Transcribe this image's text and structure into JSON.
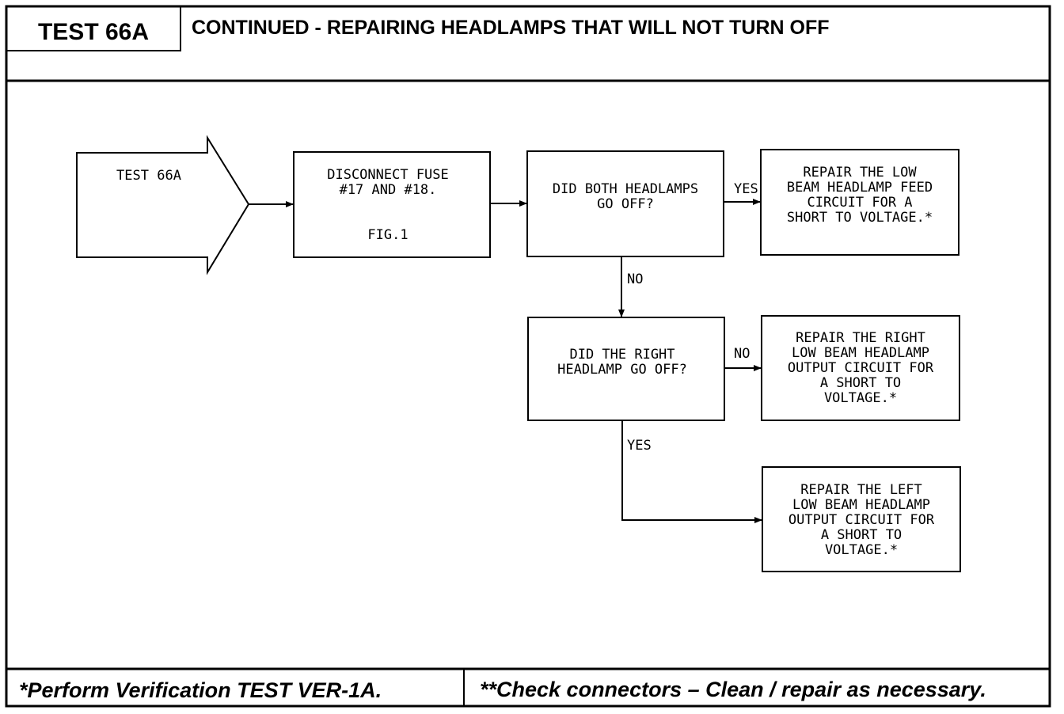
{
  "header": {
    "test_id": "TEST 66A",
    "title": "CONTINUED - REPAIRING HEADLAMPS THAT WILL NOT TURN OFF"
  },
  "flow": {
    "start": {
      "label": "TEST 66A"
    },
    "step1": {
      "lines": [
        "DISCONNECT FUSE",
        "#17 AND #18."
      ],
      "ref": "FIG.1"
    },
    "q1": {
      "lines": [
        "DID BOTH HEADLAMPS",
        "GO OFF?"
      ]
    },
    "q1_yes": "YES",
    "q1_no": "NO",
    "r1": {
      "lines": [
        "REPAIR THE LOW",
        "BEAM HEADLAMP FEED",
        "CIRCUIT FOR A",
        "SHORT TO VOLTAGE.*"
      ]
    },
    "q2": {
      "lines": [
        "DID THE RIGHT",
        "HEADLAMP GO OFF?"
      ]
    },
    "q2_no": "NO",
    "q2_yes": "YES",
    "r2": {
      "lines": [
        "REPAIR THE RIGHT",
        "LOW BEAM HEADLAMP",
        "OUTPUT CIRCUIT FOR",
        "A SHORT TO",
        "VOLTAGE.*"
      ]
    },
    "r3": {
      "lines": [
        "REPAIR THE LEFT",
        "LOW BEAM HEADLAMP",
        "OUTPUT CIRCUIT FOR",
        "A SHORT TO",
        "VOLTAGE.*"
      ]
    }
  },
  "footer": {
    "left": "*Perform Verification TEST VER-1A.",
    "right": "**Check connectors – Clean / repair as necessary."
  }
}
